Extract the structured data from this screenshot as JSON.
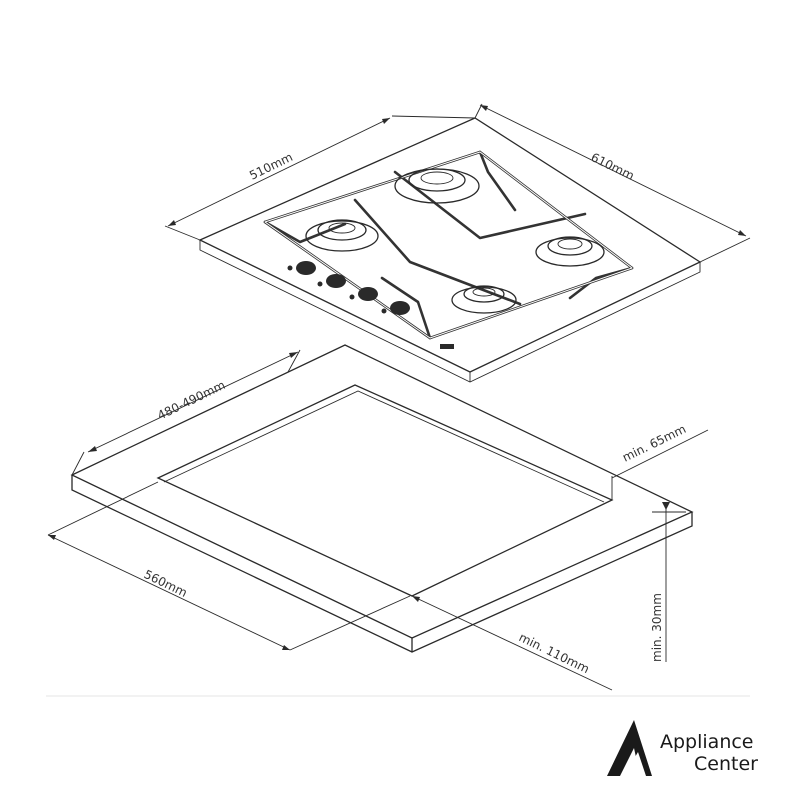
{
  "hob": {
    "width_label": "610mm",
    "depth_label": "510mm"
  },
  "cutout": {
    "depth_label": "480-490mm",
    "width_label": "560mm",
    "rear_clearance_label": "min. 65mm",
    "front_clearance_label": "min. 110mm",
    "thickness_label": "min. 30mm"
  },
  "logo": {
    "line1": "Appliance",
    "line2": "Center",
    "mark": "brand-a-mark-icon"
  },
  "colors": {
    "line": "#2a2a2a",
    "logo": "#1a1a1a"
  }
}
